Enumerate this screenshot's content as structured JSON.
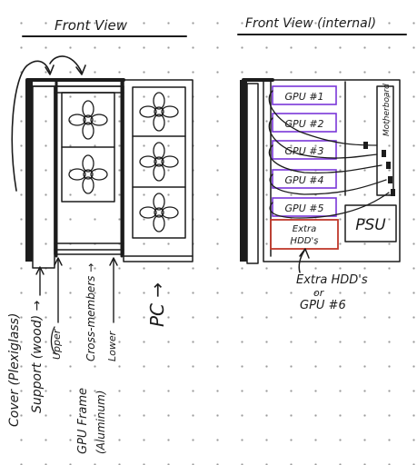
{
  "left_panel": {
    "title": "Front View",
    "labels": {
      "cover": "Cover (Plexiglass)",
      "support": "Support (wood) →",
      "upper": "Upper",
      "cross_members": "Cross-members →",
      "lower": "Lower",
      "gpu_frame": "GPU Frame",
      "aluminum": "(Aluminum)",
      "pc": "PC →"
    }
  },
  "right_panel": {
    "title": "Front View (internal)",
    "gpus": [
      "GPU #1",
      "GPU #2",
      "GPU #3",
      "GPU #4",
      "GPU #5"
    ],
    "extra_box": [
      "Extra",
      "HDD's"
    ],
    "motherboard": "Motherboard",
    "psu": "PSU",
    "annotation": [
      "Extra HDD's",
      "or",
      "GPU #6"
    ]
  },
  "colors": {
    "ink": "#1c1c1c",
    "gpu_box": "#7a36d8",
    "extra_box": "#c0392b"
  }
}
